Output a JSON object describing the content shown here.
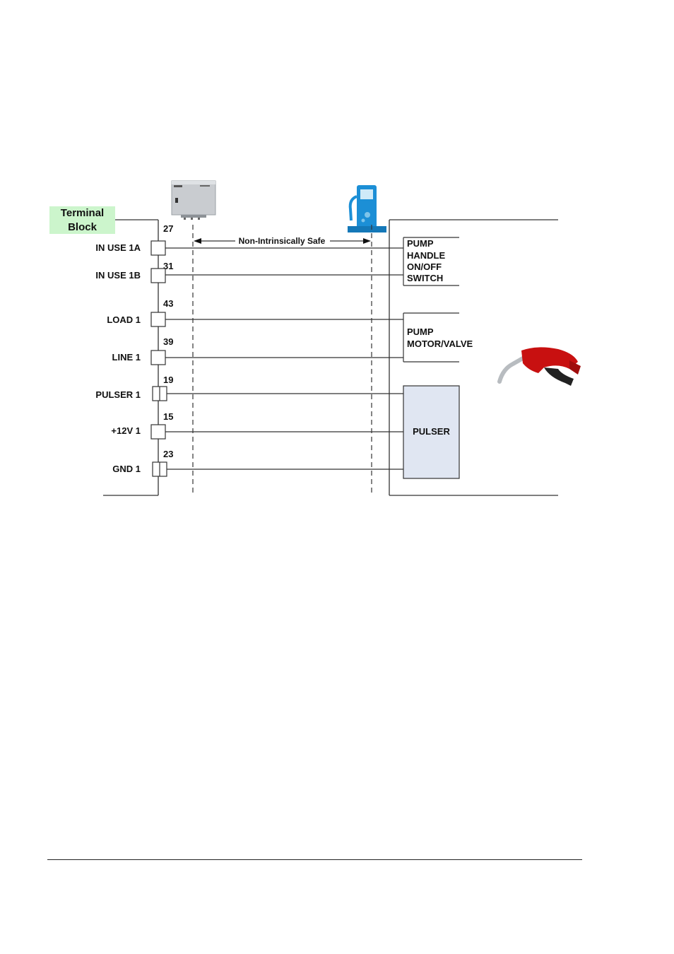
{
  "terminal_block": {
    "title_line1": "Terminal",
    "title_line2": "Block"
  },
  "zone_label": "Non-Intrinsically Safe",
  "terminals": [
    {
      "label": "IN USE 1A",
      "number": "27"
    },
    {
      "label": "IN USE 1B",
      "number": "31"
    },
    {
      "label": "LOAD 1",
      "number": "43"
    },
    {
      "label": "LINE 1",
      "number": "39"
    },
    {
      "label": "PULSER 1",
      "number": "19"
    },
    {
      "label": "+12V 1",
      "number": "15"
    },
    {
      "label": "GND 1",
      "number": "23"
    }
  ],
  "devices": {
    "switch": [
      "PUMP",
      "HANDLE",
      "ON/OFF",
      "SWITCH"
    ],
    "motor": [
      "PUMP",
      "MOTOR/VALVE"
    ],
    "pulser": "PULSER"
  },
  "colors": {
    "terminal_block_bg": "#ccf5cc",
    "pulser_bg": "#e0e6f2",
    "pump_blue": "#1c8fd6",
    "nozzle_red": "#c81010"
  }
}
